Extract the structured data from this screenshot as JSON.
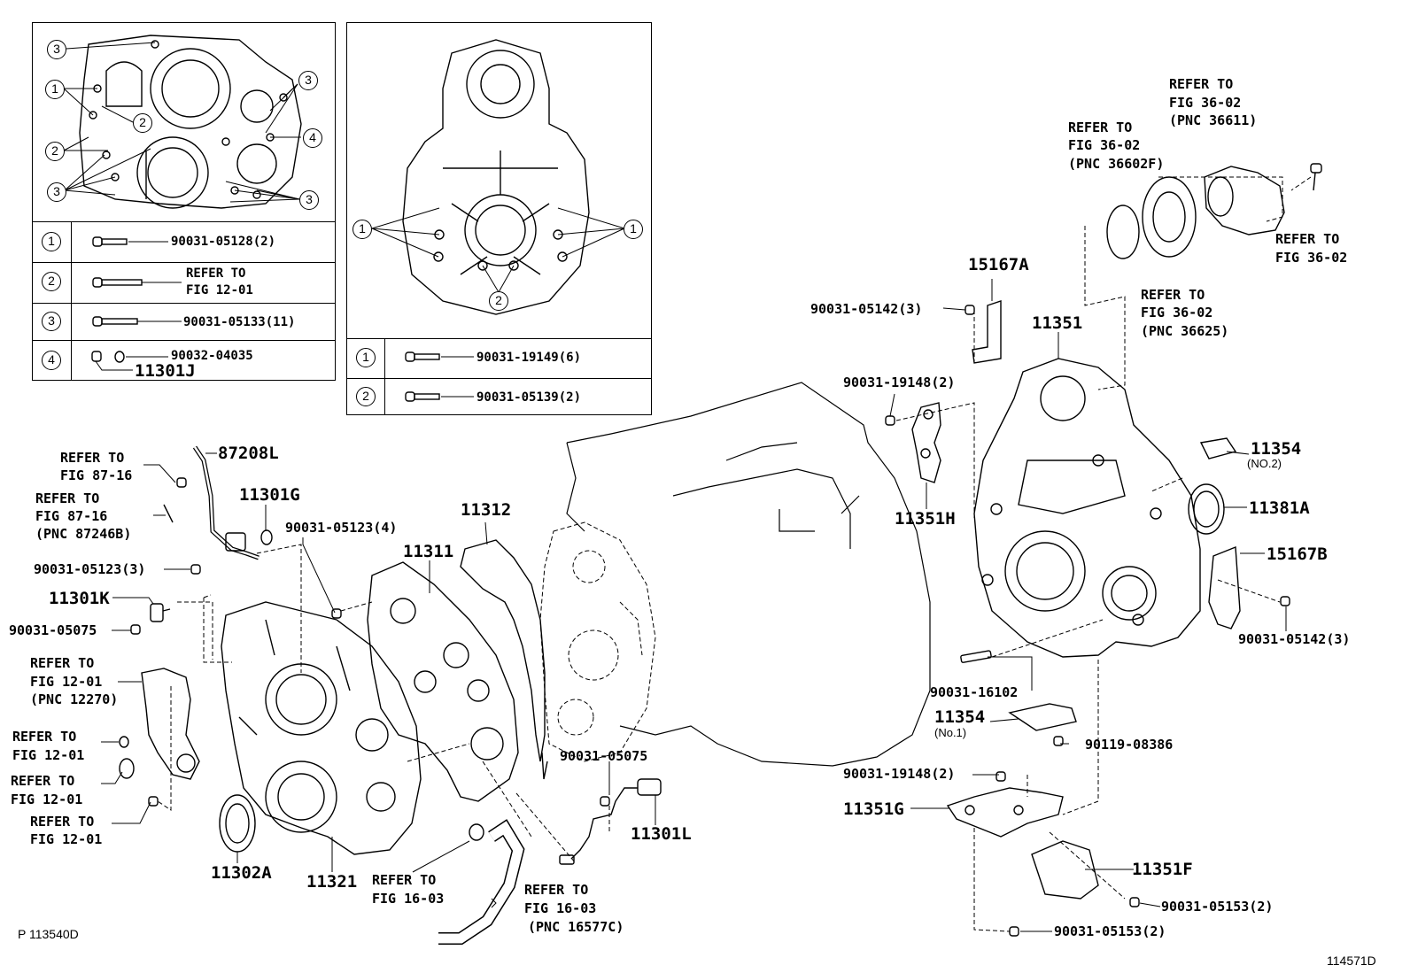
{
  "inset_left": {
    "rows": [
      {
        "key": "1",
        "text": "90031-05128(2)"
      },
      {
        "key": "2",
        "text": "REFER TO",
        "text2": "FIG 12-01"
      },
      {
        "key": "3",
        "text": "90031-05133(11)"
      },
      {
        "key": "4",
        "text": "90032-04035",
        "text2": "11301J"
      }
    ]
  },
  "inset_right": {
    "rows": [
      {
        "key": "1",
        "text": "90031-19149(6)"
      },
      {
        "key": "2",
        "text": "90031-05139(2)"
      }
    ]
  },
  "callouts": {
    "c_87208L": "87208L",
    "c_ref_87_16_a1": "REFER TO",
    "c_ref_87_16_a2": "FIG 87-16",
    "c_ref_87_16_b1": "REFER TO",
    "c_ref_87_16_b2": "FIG 87-16",
    "c_ref_87_16_b3": "(PNC 87246B)",
    "c_11301G": "11301G",
    "c_90031_05123_3": "90031-05123(3)",
    "c_90031_05123_4": "90031-05123(4)",
    "c_11301K": "11301K",
    "c_90031_05075_a": "90031-05075",
    "c_ref_12_01_a1": "REFER TO",
    "c_ref_12_01_a2": "FIG 12-01",
    "c_ref_12_01_a3": "(PNC 12270)",
    "c_ref_12_01_b1": "REFER TO",
    "c_ref_12_01_b2": "FIG 12-01",
    "c_ref_12_01_c1": "REFER TO",
    "c_ref_12_01_c2": "FIG 12-01",
    "c_ref_12_01_d1": "REFER TO",
    "c_ref_12_01_d2": "FIG 12-01",
    "c_11302A": "11302A",
    "c_11321": "11321",
    "c_11311": "11311",
    "c_11312": "11312",
    "c_ref_16_03_a1": "REFER TO",
    "c_ref_16_03_a2": "FIG 16-03",
    "c_ref_16_03_b1": "REFER TO",
    "c_ref_16_03_b2": "FIG 16-03",
    "c_ref_16_03_b3": "(PNC 16577C)",
    "c_90031_05075_b": "90031-05075",
    "c_11301L": "11301L",
    "c_90031_05142_a": "90031-05142(3)",
    "c_15167A": "15167A",
    "c_90031_19148_a": "90031-19148(2)",
    "c_11351H": "11351H",
    "c_11351": "11351",
    "c_ref_36_02_a1": "REFER TO",
    "c_ref_36_02_a2": "FIG 36-02",
    "c_ref_36_02_a3": "(PNC 36602F)",
    "c_ref_36_02_b1": "REFER TO",
    "c_ref_36_02_b2": "FIG 36-02",
    "c_ref_36_02_b3": "(PNC 36611)",
    "c_ref_36_02_c1": "REFER TO",
    "c_ref_36_02_c2": "FIG 36-02",
    "c_ref_36_02_d1": "REFER TO",
    "c_ref_36_02_d2": "FIG 36-02",
    "c_ref_36_02_d3": "(PNC 36625)",
    "c_11354_no2": "11354",
    "c_11354_no2_sub": "(NO.2)",
    "c_11381A": "11381A",
    "c_15167B": "15167B",
    "c_90031_05142_b": "90031-05142(3)",
    "c_90031_16102": "90031-16102",
    "c_11354_no1": "11354",
    "c_11354_no1_sub": "(No.1)",
    "c_90119_08386": "90119-08386",
    "c_90031_19148_b": "90031-19148(2)",
    "c_11351G": "11351G",
    "c_11351F": "11351F",
    "c_90031_05153_a": "90031-05153(2)",
    "c_90031_05153_b": "90031-05153(2)"
  },
  "footer": {
    "left_code": "P 113540D",
    "right_code": "114571D"
  }
}
